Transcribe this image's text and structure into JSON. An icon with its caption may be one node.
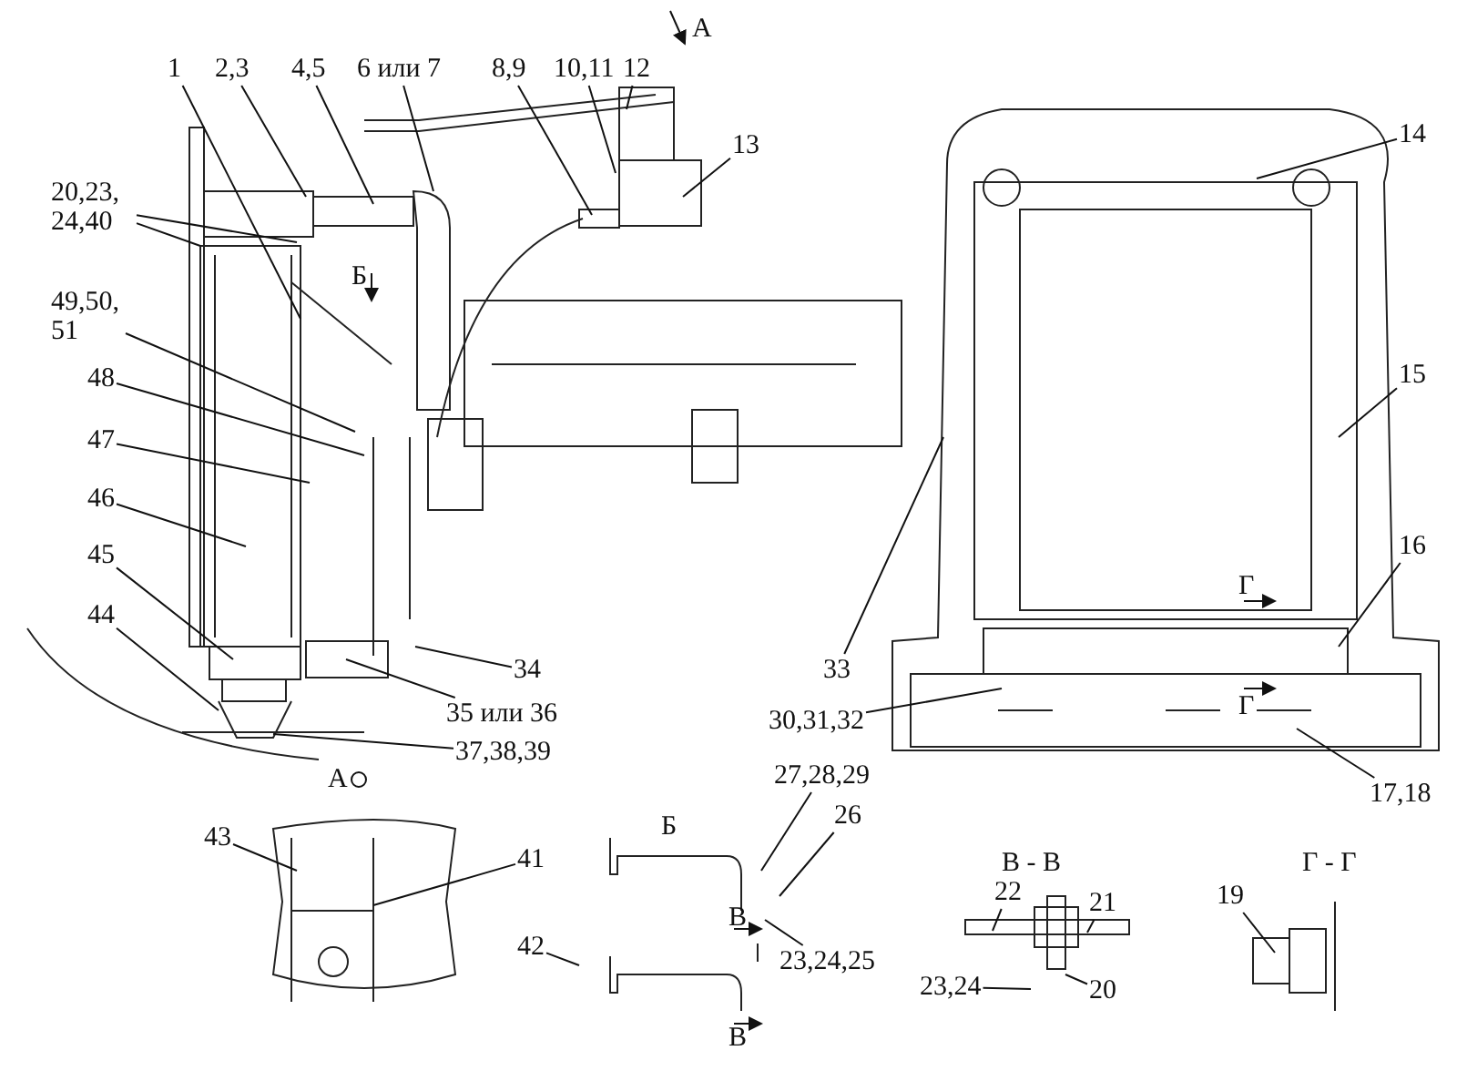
{
  "diagram": {
    "nodes": [
      {
        "text": [
          "1"
        ]
      },
      {
        "text": [
          "2,3"
        ]
      },
      {
        "text": [
          "4,5"
        ]
      },
      {
        "text": [
          "6 или 7"
        ]
      },
      {
        "text": [
          "8,9"
        ]
      },
      {
        "text": [
          "10,11"
        ]
      },
      {
        "text": [
          "12"
        ]
      },
      {
        "text": [
          "13"
        ]
      },
      {
        "text": [
          "14"
        ]
      },
      {
        "text": [
          "15"
        ]
      },
      {
        "text": [
          "16"
        ]
      },
      {
        "text": [
          "17,18"
        ]
      },
      {
        "text": [
          "30,31,32"
        ]
      },
      {
        "text": [
          "33"
        ]
      },
      {
        "text": [
          "34"
        ]
      },
      {
        "text": [
          "35 или 36"
        ]
      },
      {
        "text": [
          "37,38,39"
        ]
      },
      {
        "text": [
          "44"
        ]
      },
      {
        "text": [
          "45"
        ]
      },
      {
        "text": [
          "46"
        ]
      },
      {
        "text": [
          "47"
        ]
      },
      {
        "text": [
          "48"
        ]
      },
      {
        "text": [
          "49,50, 51"
        ]
      },
      {
        "text": [
          "20,23, 24,40"
        ]
      },
      {
        "text": [
          "43"
        ]
      },
      {
        "text": [
          "41"
        ]
      },
      {
        "text": [
          "42"
        ]
      },
      {
        "text": [
          "27,28,29"
        ]
      },
      {
        "text": [
          "26"
        ]
      },
      {
        "text": [
          "23,24,25"
        ]
      },
      {
        "text": [
          "22"
        ]
      },
      {
        "text": [
          "21"
        ]
      },
      {
        "text": [
          "23,24"
        ]
      },
      {
        "text": [
          "20"
        ]
      },
      {
        "text": [
          "19"
        ]
      }
    ],
    "edges": [
      {
        "from": 0,
        "to": null,
        "arrow": "none"
      },
      {
        "from": 1,
        "to": null,
        "arrow": "none"
      },
      {
        "from": 2,
        "to": null,
        "arrow": "none"
      },
      {
        "from": 3,
        "to": null,
        "arrow": "none"
      },
      {
        "from": 4,
        "to": null,
        "arrow": "none"
      },
      {
        "from": 5,
        "to": null,
        "arrow": "none"
      },
      {
        "from": 6,
        "to": null,
        "arrow": "none"
      },
      {
        "from": 7,
        "to": null,
        "arrow": "none"
      },
      {
        "from": 8,
        "to": null,
        "arrow": "none"
      },
      {
        "from": 9,
        "to": null,
        "arrow": "none"
      },
      {
        "from": 10,
        "to": null,
        "arrow": "none"
      },
      {
        "from": 11,
        "to": null,
        "arrow": "none"
      },
      {
        "from": 12,
        "to": null,
        "arrow": "none"
      },
      {
        "from": 13,
        "to": null,
        "arrow": "none"
      },
      {
        "from": 14,
        "to": null,
        "arrow": "none"
      },
      {
        "from": 15,
        "to": null,
        "arrow": "none"
      },
      {
        "from": 16,
        "to": null,
        "arrow": "none"
      },
      {
        "from": 17,
        "to": null,
        "arrow": "none"
      },
      {
        "from": 18,
        "to": null,
        "arrow": "none"
      },
      {
        "from": 19,
        "to": null,
        "arrow": "none"
      },
      {
        "from": 20,
        "to": null,
        "arrow": "none"
      },
      {
        "from": 21,
        "to": null,
        "arrow": "none"
      },
      {
        "from": 22,
        "to": null,
        "arrow": "none"
      },
      {
        "from": 23,
        "to": null,
        "arrow": "none"
      },
      {
        "from": 23,
        "to": null,
        "arrow": "none"
      },
      {
        "from": 24,
        "to": null,
        "arrow": "none"
      },
      {
        "from": 25,
        "to": null,
        "arrow": "none"
      },
      {
        "from": 26,
        "to": null,
        "arrow": "none"
      },
      {
        "from": 27,
        "to": null,
        "arrow": "none"
      },
      {
        "from": 28,
        "to": null,
        "arrow": "none"
      },
      {
        "from": 29,
        "to": null,
        "arrow": "none"
      },
      {
        "from": 30,
        "to": null,
        "arrow": "none"
      },
      {
        "from": 31,
        "to": null,
        "arrow": "none"
      },
      {
        "from": 32,
        "to": null,
        "arrow": "none"
      },
      {
        "from": 33,
        "to": null,
        "arrow": "none"
      },
      {
        "from": 34,
        "to": null,
        "arrow": "none"
      }
    ],
    "labels": [
      "А",
      "Б",
      "Г",
      "Г",
      "А",
      "Б",
      "В - В",
      "Г - Г",
      "В",
      "В"
    ]
  }
}
